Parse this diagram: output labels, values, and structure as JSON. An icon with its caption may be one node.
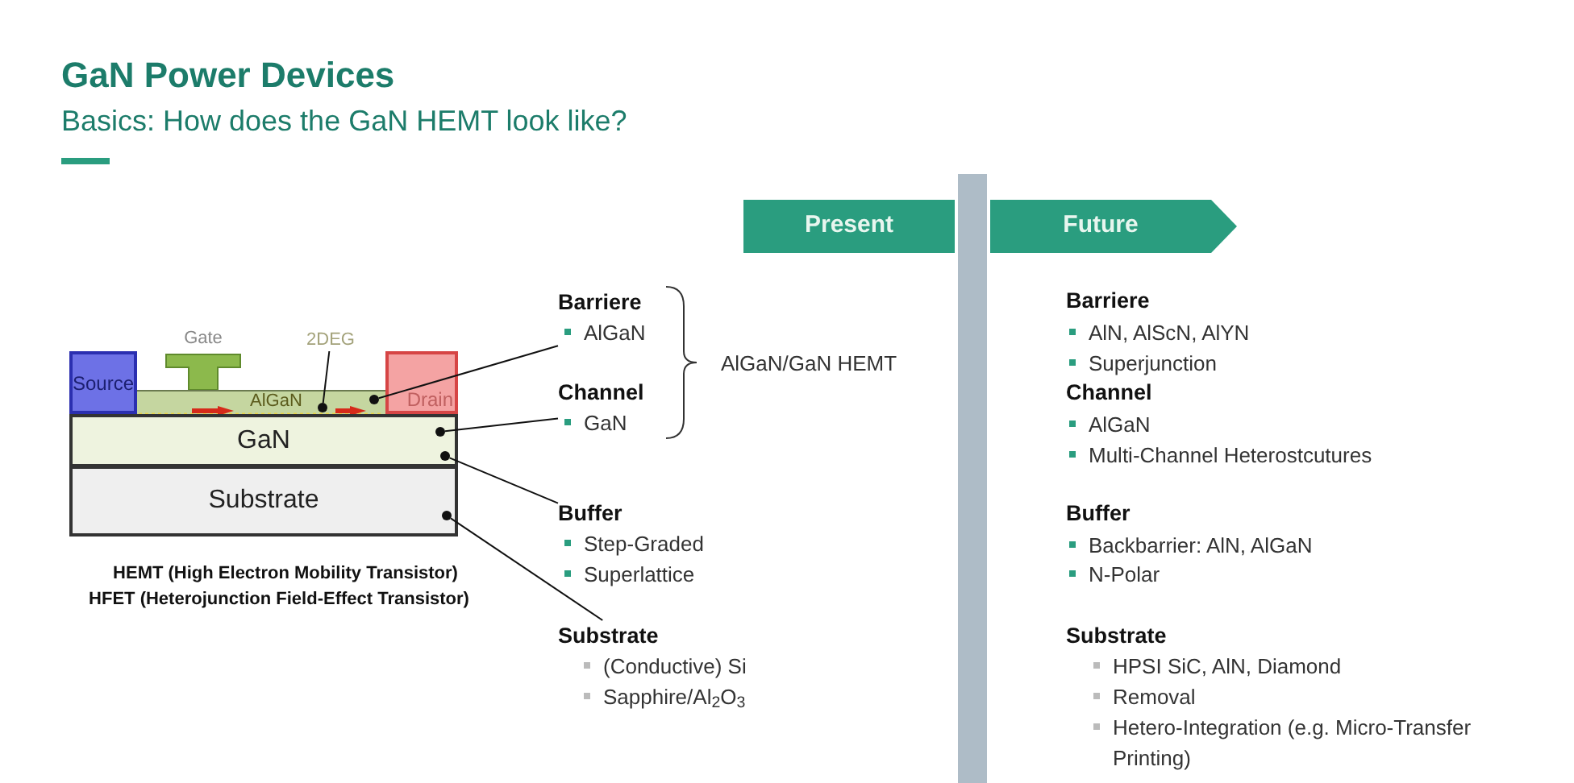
{
  "diagram": {
    "title": "GaN Power Devices",
    "nodes": [
      {
        "text": [
          "Source"
        ]
      },
      {
        "text": [
          "Gate"
        ]
      },
      {
        "text": [
          "Drain"
        ]
      },
      {
        "text": [
          "AlGaN"
        ]
      },
      {
        "text": [
          "GaN"
        ]
      },
      {
        "text": [
          "Substrate"
        ]
      },
      {
        "text": [
          "2DEG"
        ]
      },
      {
        "text": [],
        "shape": "circle",
        "in": 3
      },
      {
        "text": [
          "Barriere",
          "AlGaN"
        ]
      },
      {
        "text": [
          "Channel",
          "GaN"
        ]
      },
      {
        "text": [
          "Buffer",
          "Step-Graded",
          "Superlattice"
        ]
      },
      {
        "text": [
          "Substrate",
          "(Conductive) Si",
          "Sapphire/Al$_{2}$O$_{3}$"
        ]
      },
      {
        "text": [],
        "shape": "circle",
        "in": 3
      },
      {
        "text": [],
        "shape": "circle",
        "in": 4
      },
      {
        "text": [],
        "shape": "circle",
        "in": 4
      },
      {
        "text": [],
        "shape": "circle",
        "in": 5
      },
      {
        "text": [
          "Present"
        ]
      },
      {
        "text": [
          "Future"
        ]
      },
      {
        "text": [],
        "shape": "bar"
      }
    ],
    "edges": [
      {
        "from": 6,
        "to": 7,
        "arrow": "none"
      },
      {
        "from": 8,
        "to": 12,
        "arrow": "none"
      },
      {
        "from": 9,
        "to": 13,
        "arrow": "none"
      },
      {
        "from": 10,
        "to": 14,
        "arrow": "none"
      },
      {
        "from": 11,
        "to": 15,
        "arrow": "none"
      }
    ],
    "labels": [
      "Basics: How does the GaN HEMT look like?",
      "HEMT (High Electron Mobility Transistor)",
      "HFET (Heterojunction Field-Effect Transistor)",
      "AlGaN/GaN HEMT",
      "Barriere",
      "AlN, AlScN, AlYN",
      "Superjunction",
      "Channel",
      "AlGaN",
      "Multi-Channel Heterostcutures",
      "Buffer",
      "Backbarrier: AlN, AlGaN",
      "N-Polar",
      "Substrate",
      "HPSI SiC, AlN, Diamond",
      "Removal",
      "Hetero-Integration (e.g. Micro-Transfer Printing)"
    ]
  }
}
